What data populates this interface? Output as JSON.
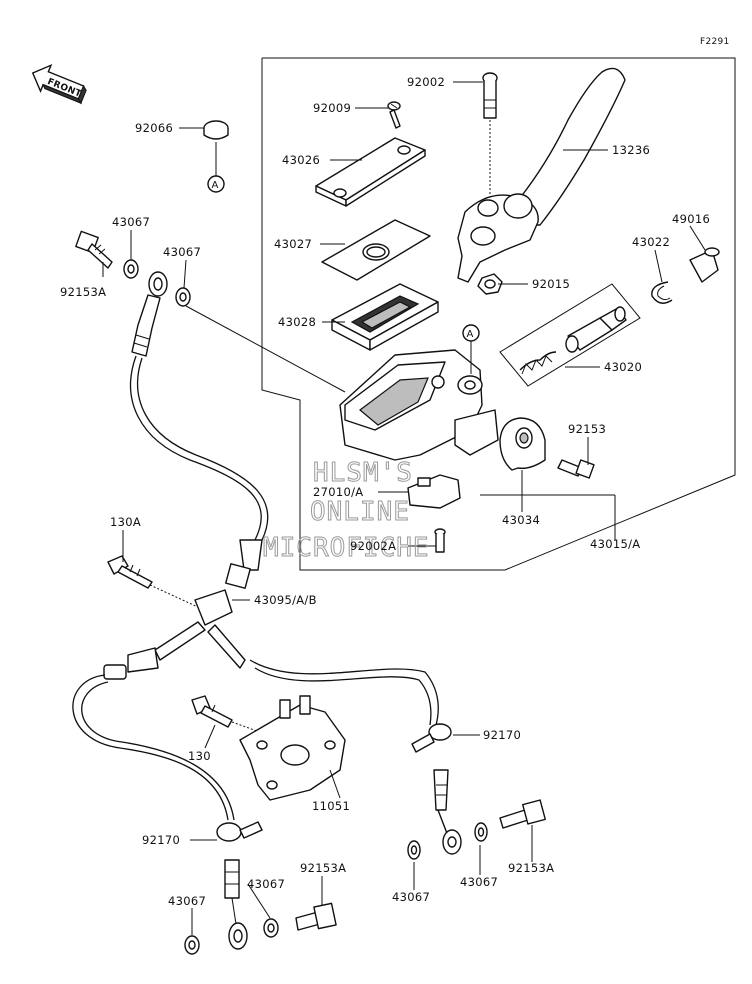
{
  "diagram_code": "F2291",
  "front_label": "FRONT",
  "watermark": [
    "HLSM'S",
    "ONLINE",
    "MICROFICHE"
  ],
  "callouts": {
    "A_top": "A",
    "A_body": "A"
  },
  "parts": [
    {
      "id": "p92066",
      "number": "92066"
    },
    {
      "id": "p43067a",
      "number": "43067"
    },
    {
      "id": "p43067b",
      "number": "43067"
    },
    {
      "id": "p92153Aa",
      "number": "92153A"
    },
    {
      "id": "p92009",
      "number": "92009"
    },
    {
      "id": "p92002",
      "number": "92002"
    },
    {
      "id": "p43026",
      "number": "43026"
    },
    {
      "id": "p13236",
      "number": "13236"
    },
    {
      "id": "p43027",
      "number": "43027"
    },
    {
      "id": "p49016",
      "number": "49016"
    },
    {
      "id": "p43022",
      "number": "43022"
    },
    {
      "id": "p92015",
      "number": "92015"
    },
    {
      "id": "p43028",
      "number": "43028"
    },
    {
      "id": "p43020",
      "number": "43020"
    },
    {
      "id": "p92153",
      "number": "92153"
    },
    {
      "id": "p27010A",
      "number": "27010/A"
    },
    {
      "id": "p43034",
      "number": "43034"
    },
    {
      "id": "p43015A",
      "number": "43015/A"
    },
    {
      "id": "p92002A",
      "number": "92002A"
    },
    {
      "id": "p130A",
      "number": "130A"
    },
    {
      "id": "p43095AB",
      "number": "43095/A/B"
    },
    {
      "id": "p92170a",
      "number": "92170"
    },
    {
      "id": "p130",
      "number": "130"
    },
    {
      "id": "p11051",
      "number": "11051"
    },
    {
      "id": "p92170b",
      "number": "92170"
    },
    {
      "id": "p43067c",
      "number": "43067"
    },
    {
      "id": "p92153Ab",
      "number": "92153A"
    },
    {
      "id": "p43067d",
      "number": "43067"
    },
    {
      "id": "p92153Ac",
      "number": "92153A"
    },
    {
      "id": "p43067e",
      "number": "43067"
    },
    {
      "id": "p43067f",
      "number": "43067"
    }
  ]
}
